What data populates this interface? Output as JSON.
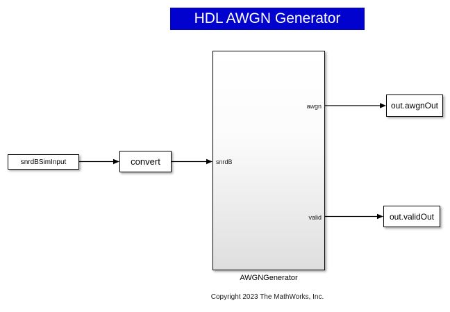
{
  "title_banner": {
    "label": "HDL AWGN Generator",
    "bg_color": "#0202CF",
    "text_color": "#ffffff"
  },
  "blocks": {
    "sim_input": {
      "label": "snrdBSimInput"
    },
    "convert": {
      "label": "convert"
    },
    "generator": {
      "caption": "AWGNGenerator",
      "ports": {
        "input": "snrdB",
        "output_top": "awgn",
        "output_bottom": "valid"
      },
      "fill_top": "#ffffff",
      "fill_bottom": "#dedede"
    },
    "awgn_out": {
      "label": "out.awgnOut"
    },
    "valid_out": {
      "label": "out.validOut"
    }
  },
  "footer": {
    "copyright": "Copyright 2023 The MathWorks, Inc."
  }
}
